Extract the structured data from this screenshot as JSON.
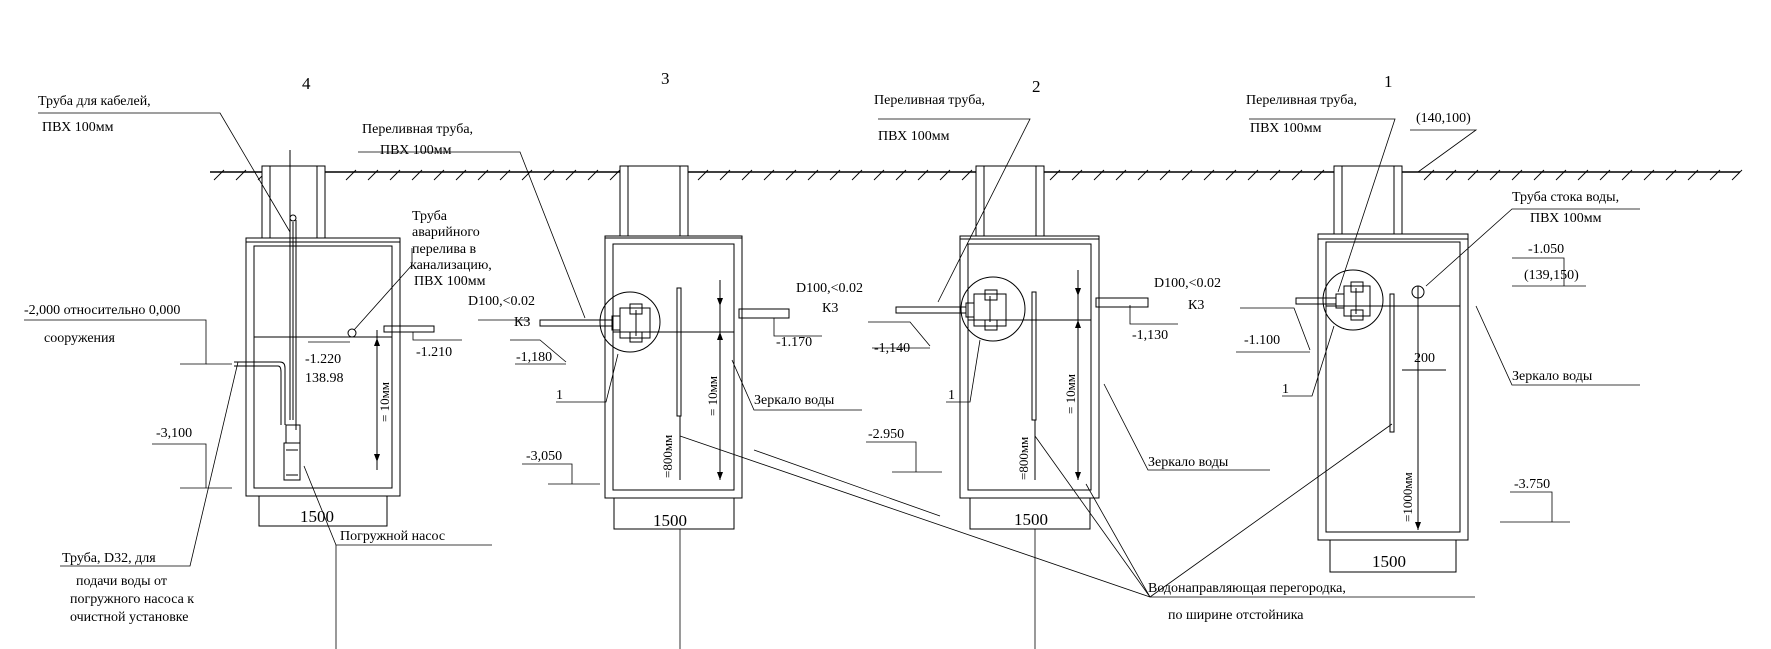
{
  "chambers": [
    {
      "number": "4",
      "width": "1500"
    },
    {
      "number": "3",
      "width": "1500"
    },
    {
      "number": "2",
      "width": "1500"
    },
    {
      "number": "1",
      "width": "1500"
    }
  ],
  "labels": {
    "cable_pipe_1": "Труба для кабелей,",
    "cable_pipe_2": "ПВХ 100мм",
    "overflow_pipe_1": "Переливная труба,",
    "overflow_pipe_2": "ПВХ 100мм",
    "emergency_1": "Труба",
    "emergency_2": "аварийного",
    "emergency_3": "перелива в",
    "emergency_4": "канализацию,",
    "emergency_5": "ПВХ 100мм",
    "relative_1": "-2,000 относительно 0,000",
    "relative_2": "сооружения",
    "supply_1": "Труба, D32, для",
    "supply_2": "подачи воды от",
    "supply_3": "погружного насоса к",
    "supply_4": "очистной установке",
    "pump": "Погружной насос",
    "water_mirror": "Зеркало воды",
    "drain_1": "Труба стока воды,",
    "drain_2": "ПВХ 100мм",
    "baffle_1": "Водонаправляющая перегородка,",
    "baffle_2": "по ширине отстойника",
    "coord_top": "(140,100)",
    "coord_mid": "(139,150)",
    "pipe_spec": "D100,<0.02",
    "k3": "К3",
    "callout_1": "1"
  },
  "levels": {
    "l_1220": "-1.220",
    "l_13898": "138.98",
    "l_1210": "-1.210",
    "l_3100": "-3,100",
    "l_1180": "-1,180",
    "l_1170": "-1.170",
    "l_3050": "-3,050",
    "l_1140": "-1,140",
    "l_1130": "-1,130",
    "l_2950": "-2.950",
    "l_1100": "-1.100",
    "l_1050": "-1.050",
    "l_3750": "-3.750"
  },
  "dims": {
    "d10": "= 10мм",
    "d800": "=800мм",
    "d1000": "=1000мм",
    "d200": "200"
  }
}
